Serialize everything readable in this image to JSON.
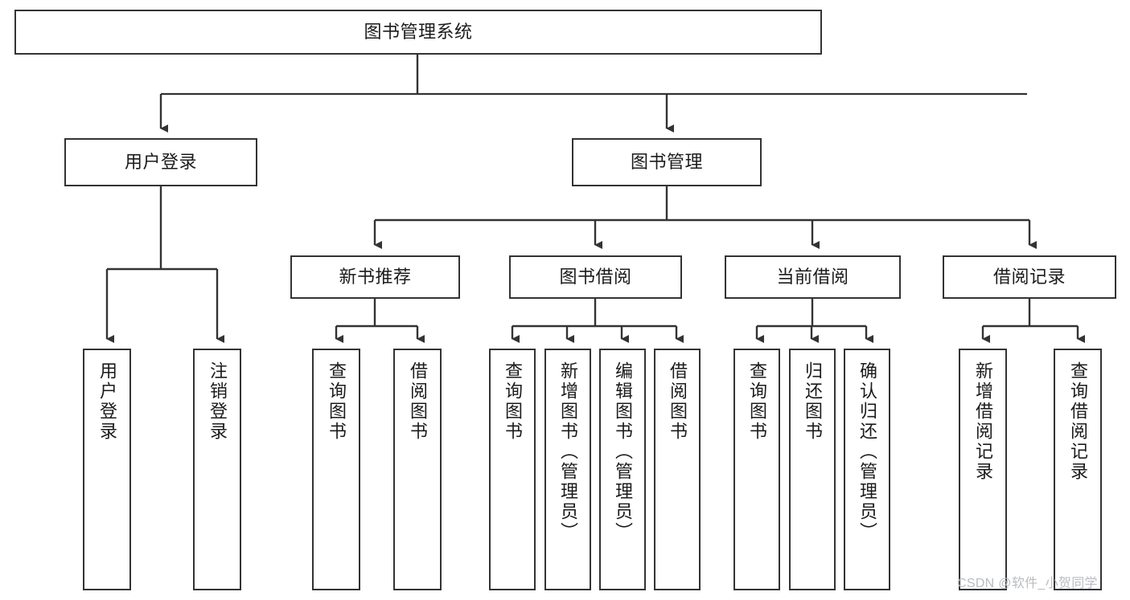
{
  "diagram": {
    "title": "图书管理系统",
    "type": "hierarchy-tree",
    "root": {
      "label": "图书管理系统"
    },
    "level2": [
      {
        "label": "用户登录"
      },
      {
        "label": "图书管理"
      }
    ],
    "level3": [
      {
        "label": "新书推荐"
      },
      {
        "label": "图书借阅"
      },
      {
        "label": "当前借阅"
      },
      {
        "label": "借阅记录"
      }
    ],
    "leaves": {
      "user_login": [
        {
          "label": "用户登录"
        },
        {
          "label": "注销登录"
        }
      ],
      "new_book_recommend": [
        {
          "label": "查询图书"
        },
        {
          "label": "借阅图书"
        }
      ],
      "book_borrow": [
        {
          "label": "查询图书"
        },
        {
          "label": "新增图书（管理员）"
        },
        {
          "label": "编辑图书（管理员）"
        },
        {
          "label": "借阅图书"
        }
      ],
      "current_borrow": [
        {
          "label": "查询图书"
        },
        {
          "label": "归还图书"
        },
        {
          "label": "确认归还（管理员）"
        }
      ],
      "borrow_record": [
        {
          "label": "新增借阅记录"
        },
        {
          "label": "查询借阅记录"
        }
      ]
    }
  },
  "watermark": {
    "text": "CSDN @软件_小贺同学"
  },
  "colors": {
    "stroke": "#333333",
    "background": "#ffffff",
    "text": "#1b1b1b",
    "watermark": "#b9bcc0"
  }
}
